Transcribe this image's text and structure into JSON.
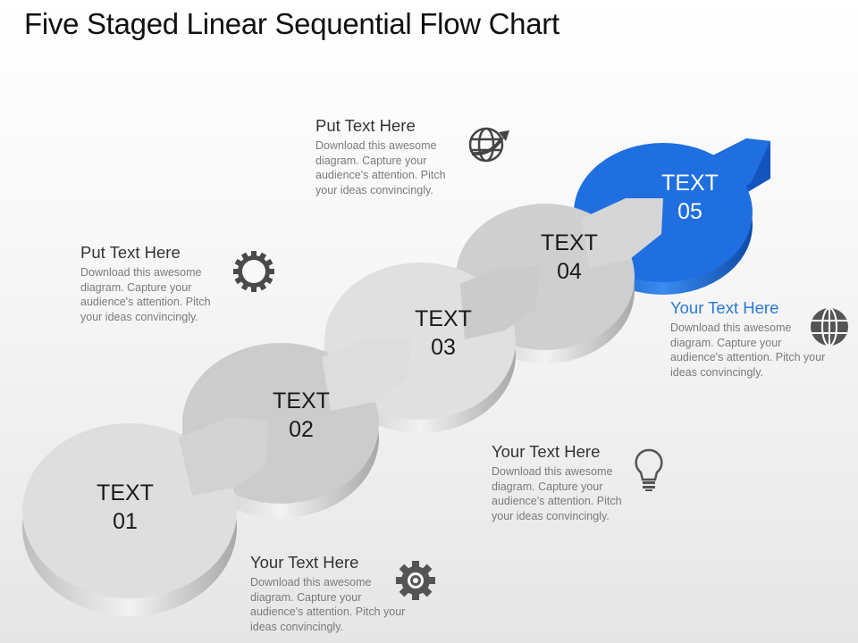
{
  "title": "Five Staged Linear Sequential Flow Chart",
  "stages": [
    {
      "line1": "TEXT",
      "line2": "01"
    },
    {
      "line1": "TEXT",
      "line2": "02"
    },
    {
      "line1": "TEXT",
      "line2": "03"
    },
    {
      "line1": "TEXT",
      "line2": "04"
    },
    {
      "line1": "TEXT",
      "line2": "05"
    }
  ],
  "blocks": [
    {
      "heading": "Your Text Here",
      "body": "Download this awesome diagram. Capture your audience's attention. Pitch your ideas convincingly.",
      "icon": "target-gear-icon"
    },
    {
      "heading": "Put Text Here",
      "body": "Download this awesome diagram. Capture your audience's attention. Pitch your ideas convincingly.",
      "icon": "gear-icon"
    },
    {
      "heading": "Put Text Here",
      "body": "Download this awesome diagram. Capture your audience's attention. Pitch your ideas convincingly.",
      "icon": "globe-arrow-icon"
    },
    {
      "heading": "Your Text Here",
      "body": "Download this awesome diagram. Capture your audience's attention. Pitch your ideas convincingly.",
      "icon": "lightbulb-icon"
    },
    {
      "heading": "Your Text Here",
      "body": "Download this awesome diagram. Capture your audience's attention. Pitch your ideas convincingly.",
      "icon": "globe-icon"
    }
  ],
  "colors": {
    "accent": "#1f6fe0",
    "disc": "#d9d9d9",
    "text_grey": "#7a7a7a"
  }
}
